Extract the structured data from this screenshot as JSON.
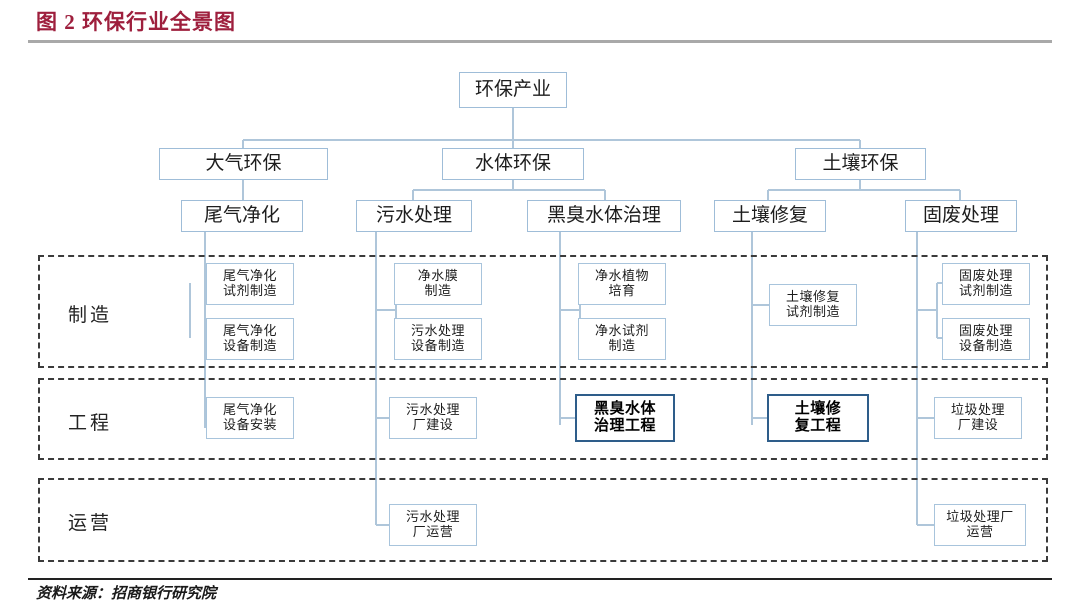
{
  "header": {
    "figure_title": "图 2 环保行业全景图",
    "title_color": "#9E1F3D"
  },
  "footer": {
    "source": "资料来源：招商银行研究院"
  },
  "bands": [
    {
      "key": "manufacturing",
      "label": "制造"
    },
    {
      "key": "engineering",
      "label": "工程"
    },
    {
      "key": "operations",
      "label": "运营"
    }
  ],
  "nodes": {
    "root": "环保产业",
    "air": "大气环保",
    "water": "水体环保",
    "soil": "土壤环保",
    "exhaust": "尾气净化",
    "sewage": "污水处理",
    "blackwater": "黑臭水体治理",
    "soilremed": "土壤修复",
    "solidwaste": "固废处理",
    "mfg_exhaust_reagent": "尾气净化\n试剂制造",
    "mfg_exhaust_equip": "尾气净化\n设备制造",
    "mfg_water_membrane": "净水膜\n制造",
    "mfg_sewage_equip": "污水处理\n设备制造",
    "mfg_water_plant": "净水植物\n培育",
    "mfg_water_reagent": "净水试剂\n制造",
    "mfg_soil_reagent": "土壤修复\n试剂制造",
    "mfg_solid_reagent": "固废处理\n试剂制造",
    "mfg_solid_equip": "固废处理\n设备制造",
    "eng_exhaust_install": "尾气净化\n设备安装",
    "eng_sewage_plant": "污水处理\n厂建设",
    "eng_blackwater": "黑臭水体\n治理工程",
    "eng_soil": "土壤修\n复工程",
    "eng_waste_plant": "垃圾处理\n厂建设",
    "ops_sewage_plant": "污水处理\n厂运营",
    "ops_waste_plant": "垃圾处理厂\n运营"
  },
  "highlighted": [
    "eng_blackwater",
    "eng_soil"
  ],
  "palette": {
    "node_border": "#9FBDD8",
    "highlight_border": "#2E5D8A",
    "band_border": "#3B3B3B",
    "wire": "#AFC6DA",
    "rule_top": "#A9A9A9",
    "rule_bottom": "#222222"
  }
}
